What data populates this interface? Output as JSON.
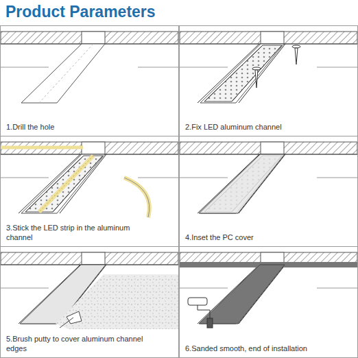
{
  "diagram": {
    "title": "Product Parameters",
    "nodes": [
      {
        "text": [
          "1.Drill the hole"
        ]
      },
      {
        "text": [
          "2.Fix LED aluminum channel"
        ]
      },
      {
        "text": [
          "3.Stick the LED strip in the aluminum channel"
        ]
      },
      {
        "text": [
          "4.Inset the PC cover"
        ]
      },
      {
        "text": [
          "5.Brush putty to cover aluminum channel edges"
        ]
      },
      {
        "text": [
          "6.Sanded smooth, end of installation"
        ]
      }
    ]
  }
}
